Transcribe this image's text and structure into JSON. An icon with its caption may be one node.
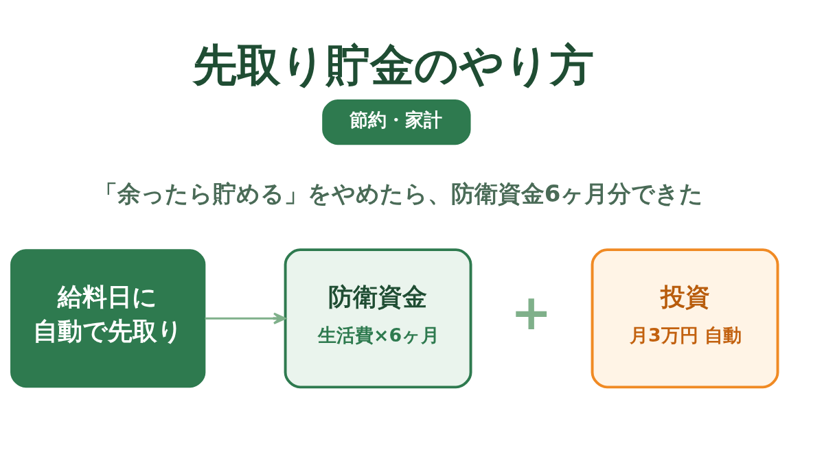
{
  "diagram": {
    "title": "先取り貯金のやり方",
    "nodes": [
      {
        "text": [
          "節約・家計"
        ]
      },
      {
        "text": [
          "給料日に自動で先取り"
        ]
      },
      {
        "text": [
          "防衛資金",
          "生活費×6ヶ月"
        ]
      },
      {
        "text": [
          "投資",
          "月3万円 自動"
        ]
      }
    ],
    "edges": [
      {
        "from": 1,
        "to": 2,
        "arrow": "to"
      }
    ],
    "labels": [
      "「余ったら貯める」をやめたら、防衛資金6ヶ月分できた",
      "+"
    ]
  }
}
